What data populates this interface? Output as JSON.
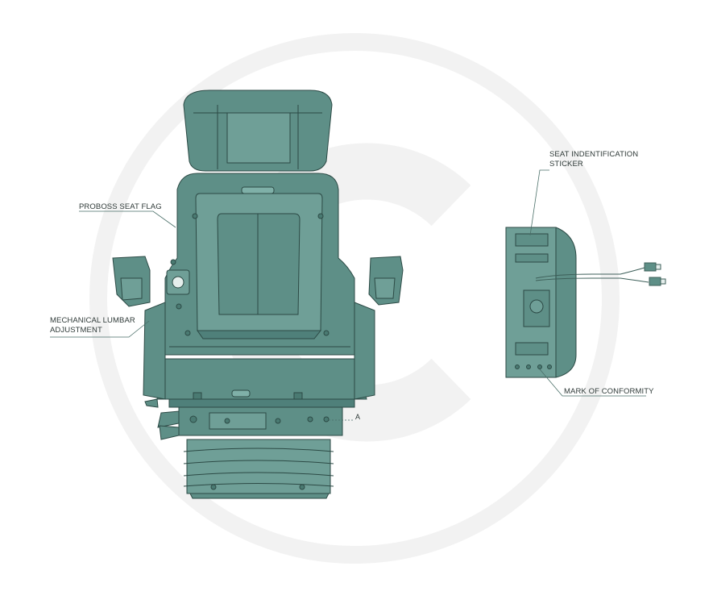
{
  "labels": {
    "seat_flag": "PROBOSS SEAT FLAG",
    "lumbar_line1": "MECHANICAL LUMBAR",
    "lumbar_line2": "ADJUSTMENT",
    "sticker_line1": "SEAT INDENTIFICATION",
    "sticker_line2": "STICKER",
    "conformity": "MARK OF CONFORMITY",
    "point_a": "A"
  },
  "colors": {
    "seat_fill": "#5e8f87",
    "seat_fill_light": "#6f9f97",
    "seat_stroke": "#2c4a45",
    "leader_line": "#4a6f68",
    "watermark": "#f2f2f2"
  },
  "icons": {
    "watermark": "circle-logo-watermark"
  }
}
